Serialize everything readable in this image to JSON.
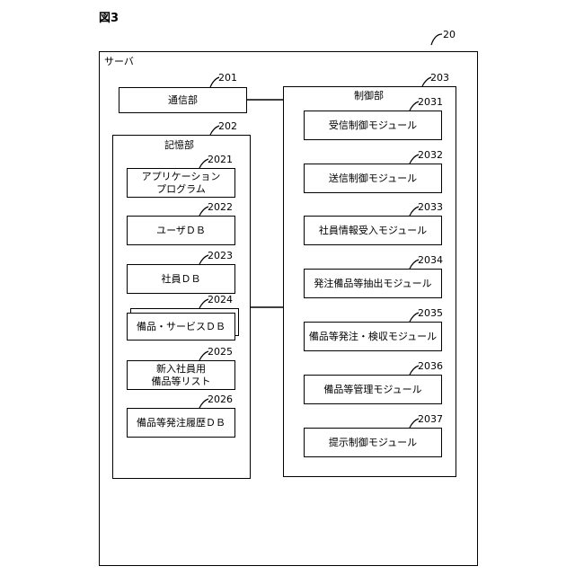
{
  "figure": {
    "label": "図3"
  },
  "server": {
    "label": "サーバ",
    "ref": "20"
  },
  "communication": {
    "label": "通信部",
    "ref": "201"
  },
  "storage": {
    "label": "記憶部",
    "ref": "202",
    "items": [
      {
        "label": "アプリケーション\nプログラム",
        "ref": "2021"
      },
      {
        "label": "ユーザＤＢ",
        "ref": "2022"
      },
      {
        "label": "社員ＤＢ",
        "ref": "2023"
      },
      {
        "label": "備品・サービスＤＢ",
        "ref": "2024"
      },
      {
        "label": "新入社員用\n備品等リスト",
        "ref": "2025"
      },
      {
        "label": "備品等発注履歴ＤＢ",
        "ref": "2026"
      }
    ]
  },
  "control": {
    "label": "制御部",
    "ref": "203",
    "modules": [
      {
        "label": "受信制御モジュール",
        "ref": "2031"
      },
      {
        "label": "送信制御モジュール",
        "ref": "2032"
      },
      {
        "label": "社員情報受入モジュール",
        "ref": "2033"
      },
      {
        "label": "発注備品等抽出モジュール",
        "ref": "2034"
      },
      {
        "label": "備品等発注・検収モジュール",
        "ref": "2035"
      },
      {
        "label": "備品等管理モジュール",
        "ref": "2036"
      },
      {
        "label": "提示制御モジュール",
        "ref": "2037"
      }
    ]
  }
}
